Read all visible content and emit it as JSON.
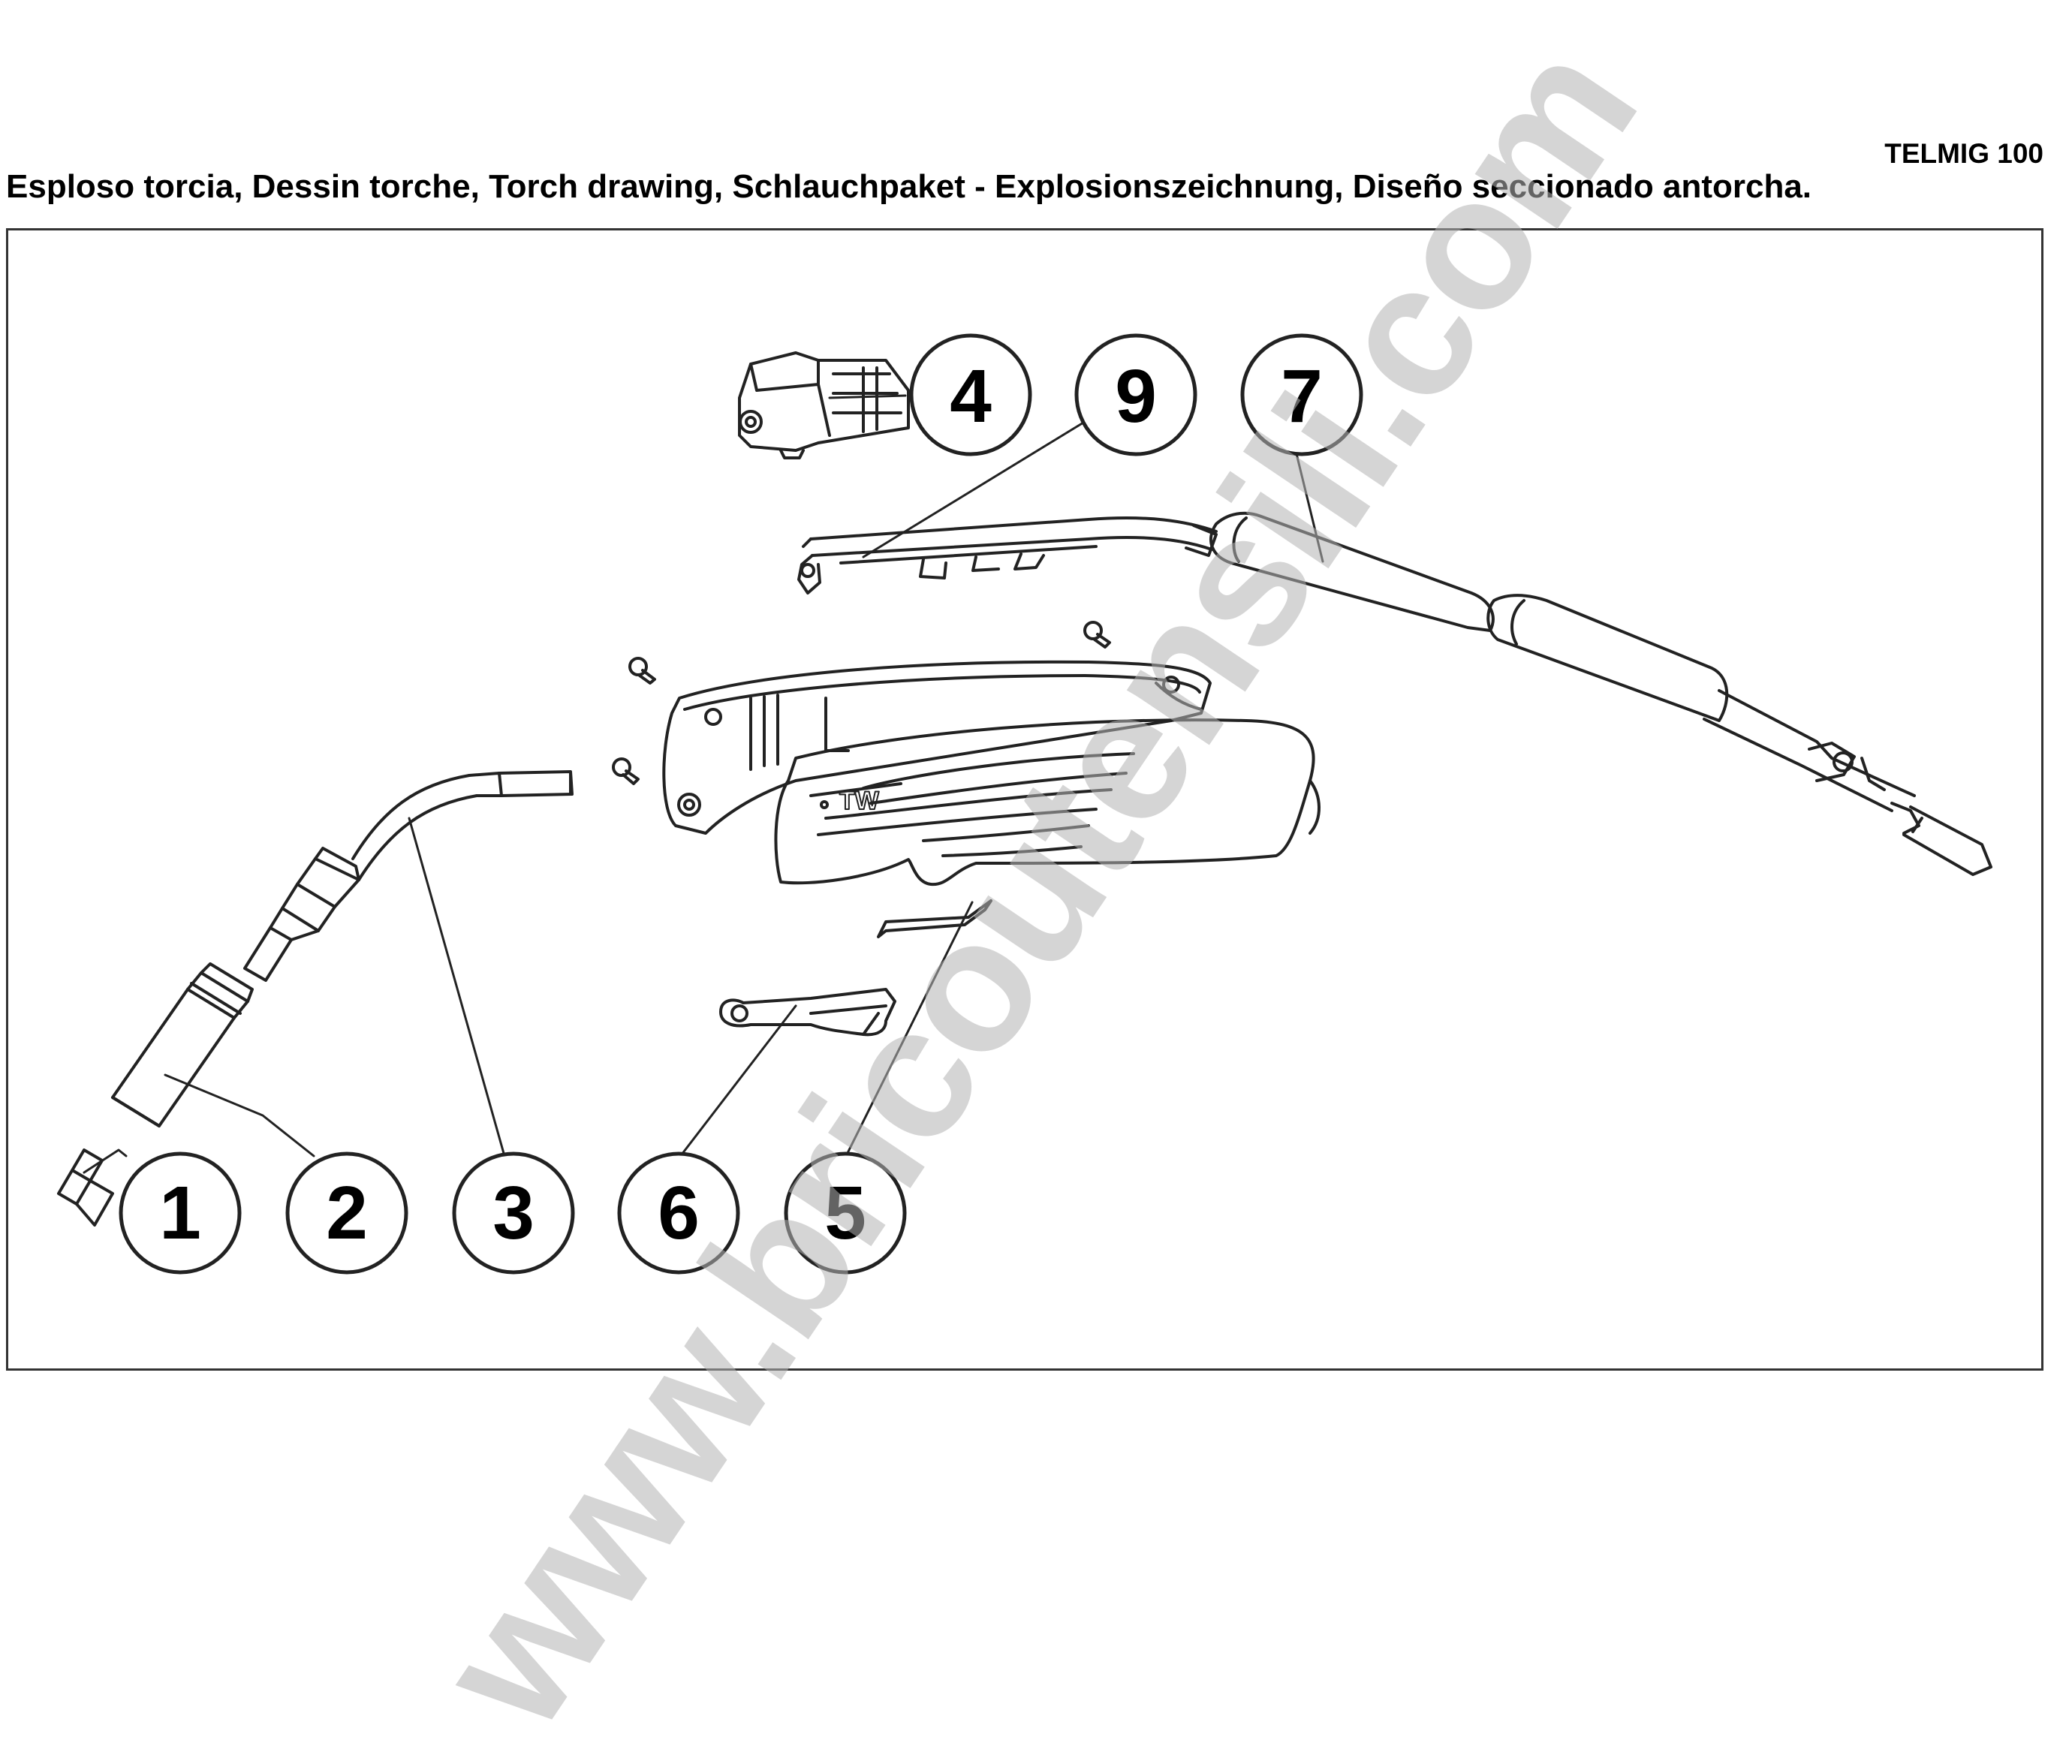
{
  "header": {
    "model": "TELMIG 100",
    "title": "Esploso torcia, Dessin torche, Torch drawing, Schlauchpaket - Explosionszeichnung, Diseño seccionado antorcha."
  },
  "watermark": "www.bricoutensili.com",
  "callouts": [
    {
      "id": "1",
      "label": "1"
    },
    {
      "id": "2",
      "label": "2"
    },
    {
      "id": "3",
      "label": "3"
    },
    {
      "id": "4",
      "label": "4"
    },
    {
      "id": "5",
      "label": "5"
    },
    {
      "id": "6",
      "label": "6"
    },
    {
      "id": "7",
      "label": "7"
    },
    {
      "id": "9",
      "label": "9"
    }
  ],
  "handle_logo": "TW",
  "colors": {
    "line": "#222222",
    "watermark": "#b4b4b4"
  },
  "icons": {
    "callout": "numbered-circle-callout"
  }
}
